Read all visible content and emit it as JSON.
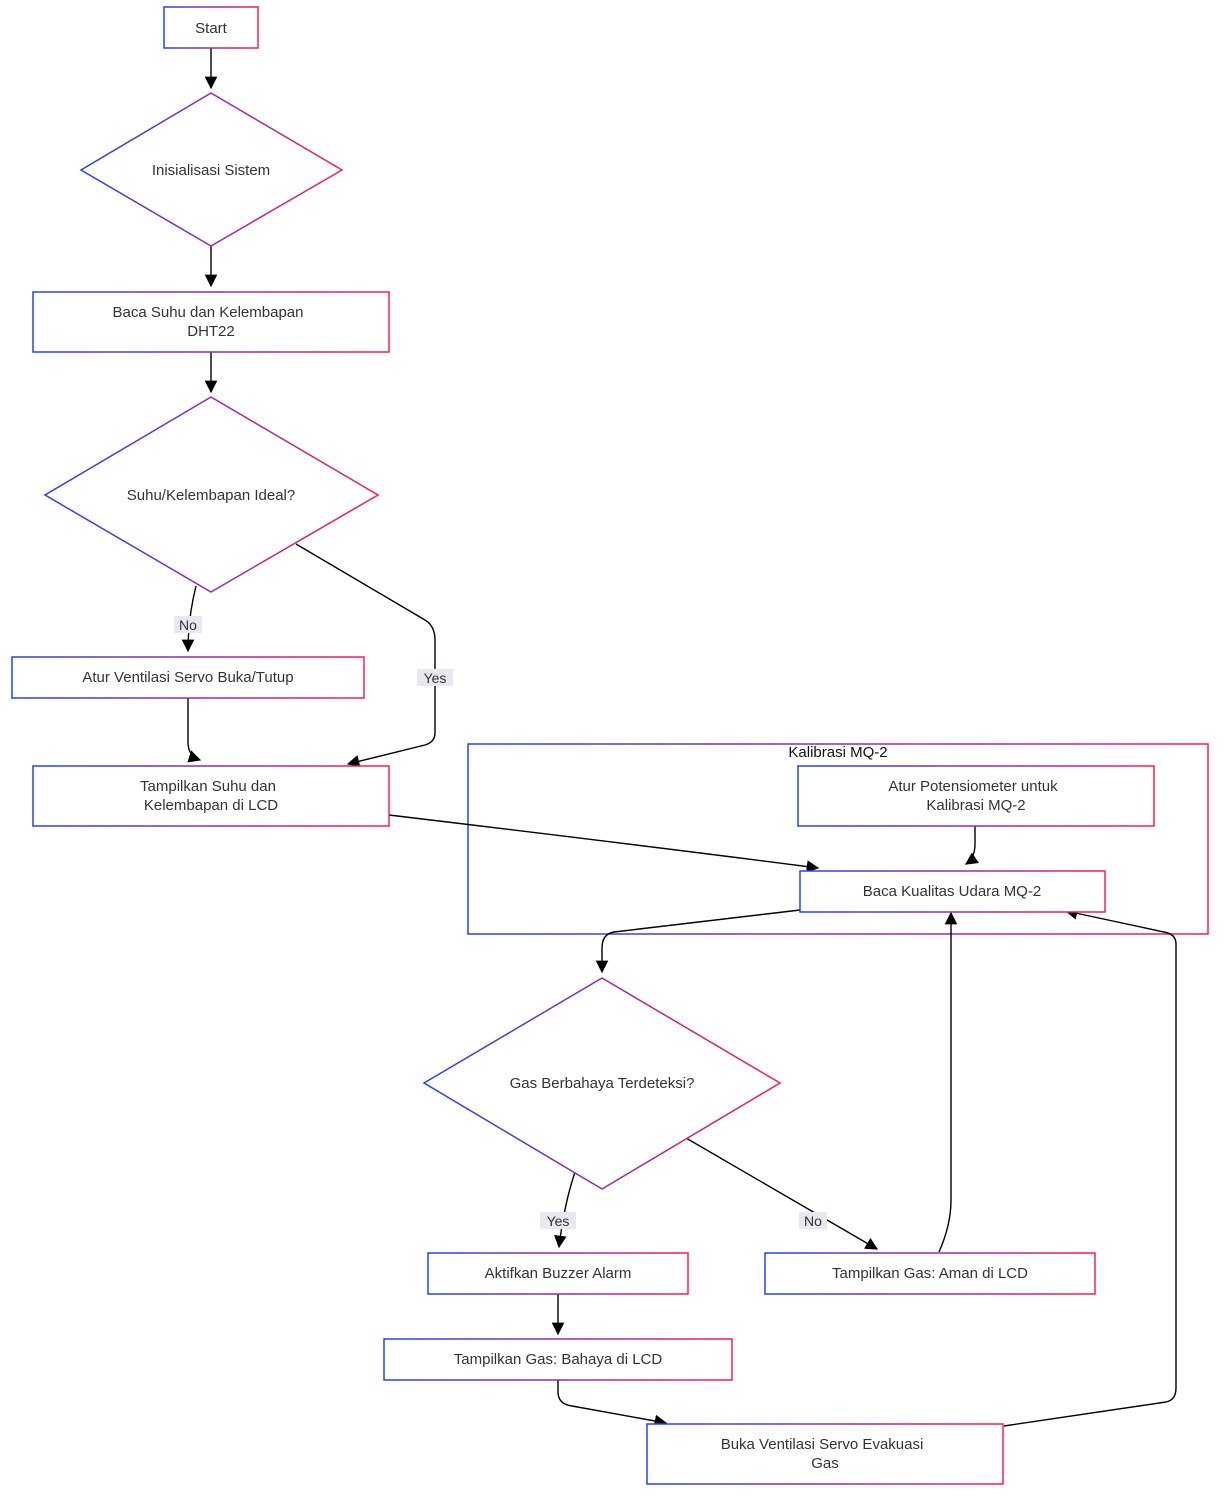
{
  "nodes": {
    "start": "Start",
    "init": "Inisialisasi Sistem",
    "read_dht": [
      "Baca Suhu dan Kelembapan",
      "DHT22"
    ],
    "ideal_q": "Suhu/Kelembapan Ideal?",
    "servo_adjust": "Atur Ventilasi Servo Buka/Tutup",
    "show_temp": [
      "Tampilkan Suhu dan",
      "Kelembapan di LCD"
    ],
    "pot_calib": [
      "Atur Potensiometer untuk",
      "Kalibrasi MQ-2"
    ],
    "read_mq2": "Baca Kualitas Udara MQ-2",
    "gas_q": "Gas Berbahaya Terdeteksi?",
    "buzzer": "Aktifkan Buzzer Alarm",
    "gas_safe": "Tampilkan Gas: Aman di LCD",
    "gas_danger": "Tampilkan Gas: Bahaya di LCD",
    "evac": [
      "Buka Ventilasi Servo Evakuasi",
      "Gas"
    ]
  },
  "cluster": {
    "title": "Kalibrasi MQ-2"
  },
  "edge_labels": {
    "ideal_no": "No",
    "ideal_yes": "Yes",
    "gas_yes": "Yes",
    "gas_no": "No"
  },
  "colors": {
    "border_start": "#2340ff",
    "border_end": "#ff1a5a",
    "mid": "#9b2fb3",
    "edge": "#000000",
    "label_bg": "#e8e8f0"
  }
}
